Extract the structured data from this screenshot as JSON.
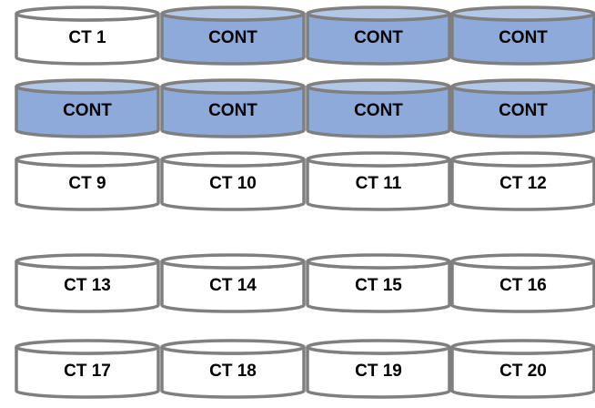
{
  "colors": {
    "outline": "#7f7f7f",
    "filled_body": "#8eaadb",
    "filled_top": "#b4c7e7",
    "empty_body": "#ffffff",
    "empty_top": "#ffffff",
    "text": "#000000"
  },
  "rows": [
    [
      {
        "label": "CT 1",
        "filled": false
      },
      {
        "label": "CONT",
        "filled": true
      },
      {
        "label": "CONT",
        "filled": true
      },
      {
        "label": "CONT",
        "filled": true
      }
    ],
    [
      {
        "label": "CONT",
        "filled": true
      },
      {
        "label": "CONT",
        "filled": true
      },
      {
        "label": "CONT",
        "filled": true
      },
      {
        "label": "CONT",
        "filled": true
      }
    ],
    [
      {
        "label": "CT 9",
        "filled": false
      },
      {
        "label": "CT 10",
        "filled": false
      },
      {
        "label": "CT 11",
        "filled": false
      },
      {
        "label": "CT 12",
        "filled": false
      }
    ],
    [
      {
        "label": "CT 13",
        "filled": false
      },
      {
        "label": "CT 14",
        "filled": false
      },
      {
        "label": "CT 15",
        "filled": false
      },
      {
        "label": "CT 16",
        "filled": false
      }
    ],
    [
      {
        "label": "CT 17",
        "filled": false
      },
      {
        "label": "CT 18",
        "filled": false
      },
      {
        "label": "CT 19",
        "filled": false
      },
      {
        "label": "CT 20",
        "filled": false
      }
    ]
  ]
}
